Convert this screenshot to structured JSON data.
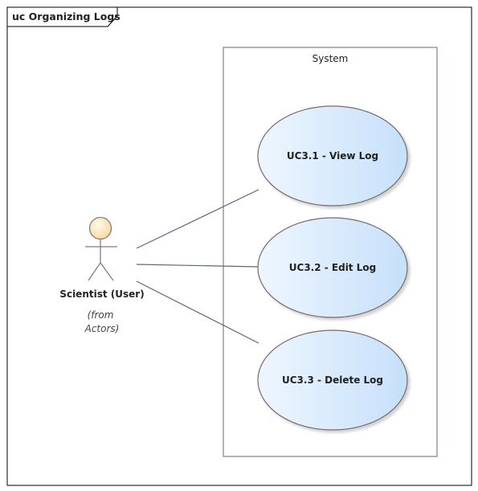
{
  "frame": {
    "title": "uc Organizing Logs"
  },
  "system": {
    "label": "System"
  },
  "actor": {
    "name": "Scientist (User)",
    "origin_line1": "(from",
    "origin_line2": "Actors)"
  },
  "use_cases": [
    {
      "label": "UC3.1 - View Log"
    },
    {
      "label": "UC3.2 - Edit Log"
    },
    {
      "label": "UC3.3 - Delete Log"
    }
  ],
  "colors": {
    "frame_stroke": "#000000",
    "system_stroke": "#8c7b7b",
    "usecase_stroke": "#7a6a6a",
    "usecase_fill_light": "#eef6ff",
    "usecase_fill_dark": "#c6e0fb",
    "actor_head_fill": "#fbe6b8",
    "actor_stroke": "#8a7a7a",
    "association_stroke": "#5c6680"
  }
}
